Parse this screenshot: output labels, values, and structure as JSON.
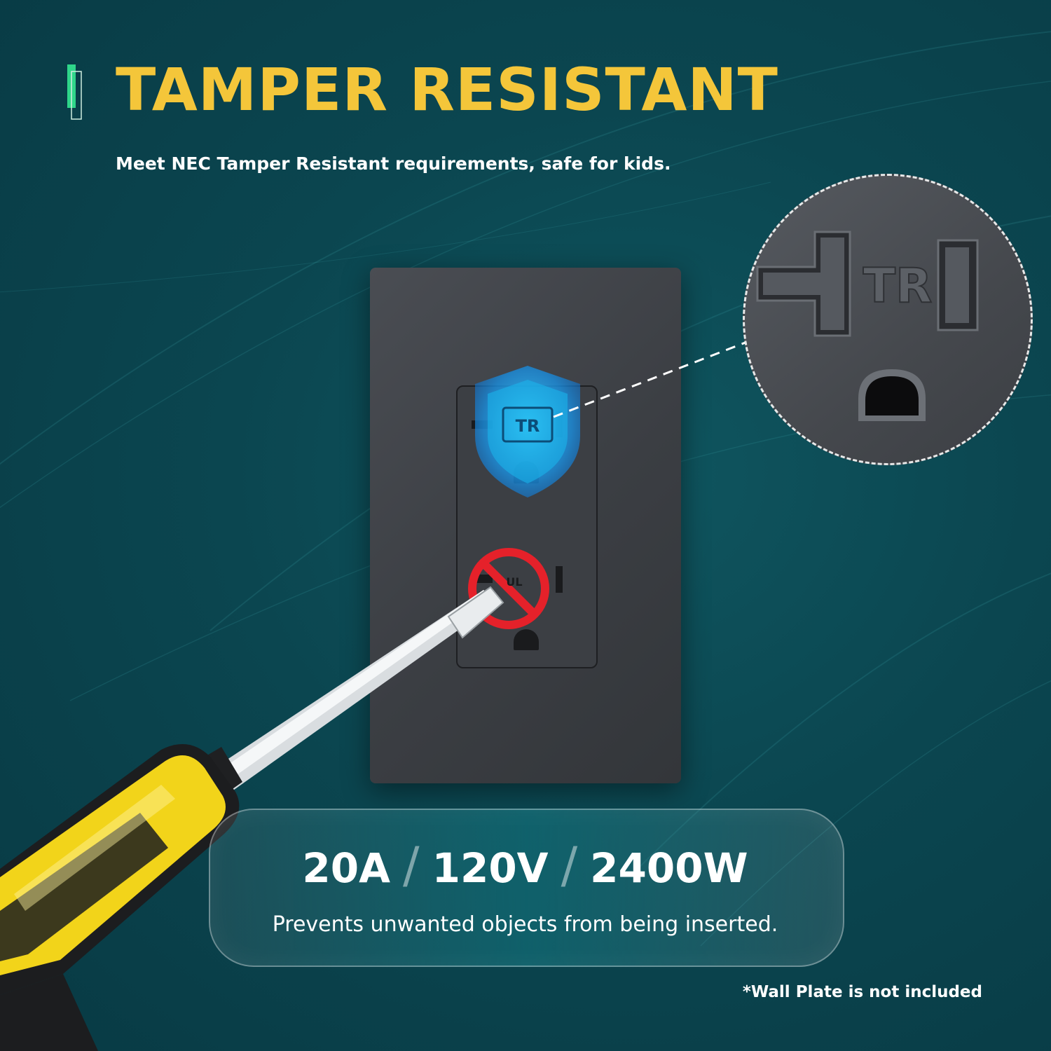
{
  "header": {
    "title": "TAMPER RESISTANT",
    "subtitle": "Meet NEC Tamper Resistant requirements, safe for kids."
  },
  "product": {
    "zoom_label": "TR",
    "shield_label": "TR",
    "no_symbol_label": "UL"
  },
  "specs": {
    "current": "20A",
    "voltage": "120V",
    "wattage": "2400W",
    "separator": "/",
    "description": "Prevents unwanted objects from being inserted."
  },
  "footnote": "*Wall Plate is not included",
  "colors": {
    "title": "#f4c63a",
    "accent_bar": "#2fd68a",
    "background": "#0b4650",
    "handle": "#f2d41a",
    "no_symbol": "#e5212a",
    "shield": "#1aa7e8"
  }
}
